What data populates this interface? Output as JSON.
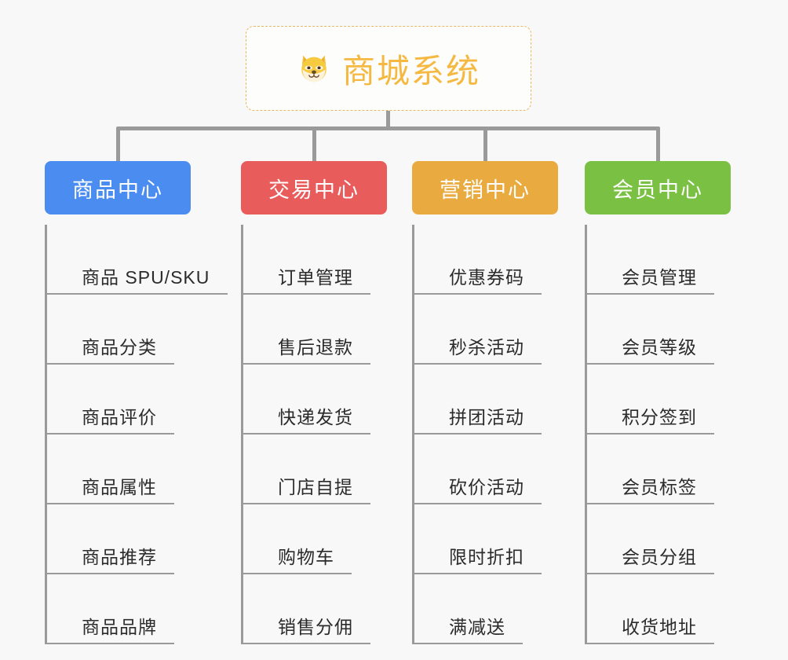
{
  "root": {
    "icon": "dog-face-emoji",
    "title": "商城系统",
    "color": "#f5b942",
    "border_color": "#e8b860"
  },
  "canvas": {
    "background": "#f8f8f8",
    "connector_color": "#9a9a9a"
  },
  "categories": [
    {
      "label": "商品中心",
      "color": "#4a8cf0",
      "items": [
        {
          "label": "商品 SPU/SKU"
        },
        {
          "label": "商品分类"
        },
        {
          "label": "商品评价"
        },
        {
          "label": "商品属性"
        },
        {
          "label": "商品推荐"
        },
        {
          "label": "商品品牌"
        }
      ]
    },
    {
      "label": "交易中心",
      "color": "#e85c5c",
      "items": [
        {
          "label": "订单管理"
        },
        {
          "label": "售后退款"
        },
        {
          "label": "快递发货"
        },
        {
          "label": "门店自提"
        },
        {
          "label": "购物车"
        },
        {
          "label": "销售分佣"
        }
      ]
    },
    {
      "label": "营销中心",
      "color": "#e9ab3f",
      "items": [
        {
          "label": "优惠券码"
        },
        {
          "label": "秒杀活动"
        },
        {
          "label": "拼团活动"
        },
        {
          "label": "砍价活动"
        },
        {
          "label": "限时折扣"
        },
        {
          "label": "满减送"
        }
      ]
    },
    {
      "label": "会员中心",
      "color": "#7ac143",
      "items": [
        {
          "label": "会员管理"
        },
        {
          "label": "会员等级"
        },
        {
          "label": "积分签到"
        },
        {
          "label": "会员标签"
        },
        {
          "label": "会员分组"
        },
        {
          "label": "收货地址"
        }
      ]
    }
  ]
}
